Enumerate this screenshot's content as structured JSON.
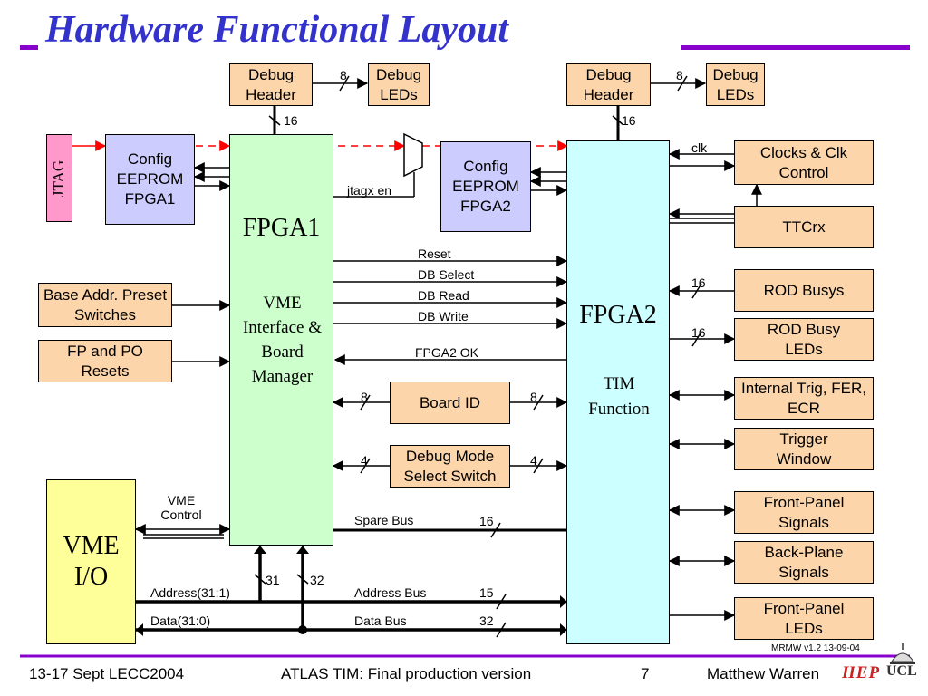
{
  "title": "Hardware Functional Layout",
  "blocks": {
    "debug_header_1": "Debug Header",
    "debug_leds_1": "Debug LEDs",
    "debug_header_2": "Debug Header",
    "debug_leds_2": "Debug LEDs",
    "jtag": "JTAG",
    "config_eeprom_fpga1": "Config EEPROM FPGA1",
    "config_eeprom_fpga2": "Config EEPROM FPGA2",
    "fpga1_title": "FPGA1",
    "fpga1_function": "VME Interface & Board Manager",
    "fpga2_title": "FPGA2",
    "fpga2_function": "TIM Function",
    "base_addr": "Base Addr. Preset Switches",
    "fp_po_resets": "FP and PO Resets",
    "vme_io": "VME I/O",
    "board_id": "Board ID",
    "debug_mode_switch": "Debug Mode Select Switch",
    "clocks": "Clocks & Clk Control",
    "ttcrx": "TTCrx",
    "rod_busys": "ROD Busys",
    "rod_busy_leds": "ROD Busy LEDs",
    "internal_trig": "Internal Trig, FER, ECR",
    "trigger_window": "Trigger Window",
    "front_panel_signals": "Front-Panel Signals",
    "back_plane_signals": "Back-Plane Signals",
    "front_panel_leds": "Front-Panel LEDs"
  },
  "signals": {
    "jtagx_en": "jtagx en",
    "reset": "Reset",
    "db_select": "DB Select",
    "db_read": "DB Read",
    "db_write": "DB Write",
    "fpga2_ok": "FPGA2 OK",
    "clk": "clk",
    "vme_control": "VME Control",
    "spare_bus": "Spare Bus",
    "address_31_1": "Address(31:1)",
    "data_31_0": "Data(31:0)",
    "address_bus": "Address Bus",
    "data_bus": "Data Bus"
  },
  "bus_widths": {
    "debug_leds_1": "8",
    "debug_leds_2": "8",
    "header_1": "16",
    "header_2": "16",
    "rod_busys": "16",
    "rod_busy_leds": "16",
    "board_id_left": "8",
    "board_id_right": "8",
    "debug_mode_left": "4",
    "debug_mode_right": "4",
    "spare_bus": "16",
    "address_bus": "15",
    "data_bus": "32",
    "fpga1_addr": "31",
    "fpga1_data": "32"
  },
  "version": "MRMW v1.2 13-09-04",
  "footer": {
    "event": "13-17 Sept  LECC2004",
    "subject": "ATLAS TIM: Final production version",
    "page": "7",
    "author": "Matthew Warren",
    "logo_hep": "HEP",
    "logo_ucl": "UCL"
  },
  "colors": {
    "title": "#3333cc",
    "rule": "#8800cc",
    "jtag_chain": "#ff0000",
    "orange_block": "#fcd5aa",
    "config_block": "#ccccff",
    "fpga1": "#ccffcc",
    "fpga2": "#ccffff",
    "vme_io": "#ffff99",
    "jtag_block": "#ff99cc"
  }
}
